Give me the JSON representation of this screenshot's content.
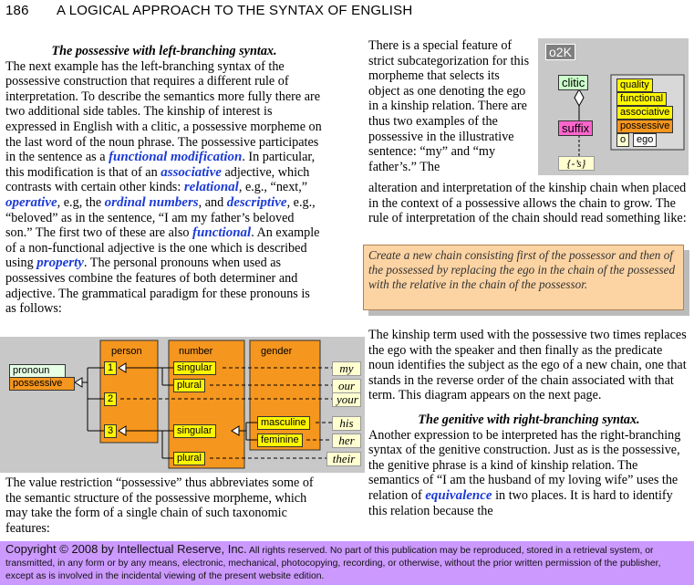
{
  "header": {
    "page": "186",
    "title": "A LOGICAL APPROACH TO THE SYNTAX OF ENGLISH"
  },
  "left": {
    "heading": "The possessive with left-branching syntax.",
    "p1a": "The next example has the left-branching syntax of the possessive construction that requires a different rule of interpretation.  To describe the semantics more fully there are two additional side tables.  The kinship of interest is expressed in English with a clitic, a possessive morpheme on the last word of the noun phrase.  The possessive participates in the sentence as a ",
    "kw_functional_mod": "functional modification",
    "p1b": ".  In particular, this modification is that of an ",
    "kw_associative": "associative",
    "p1c": " adjective, which contrasts with certain other kinds: ",
    "kw_relational": "relational",
    "eg1": ", e.g., “next,” ",
    "kw_operative": "operative",
    "eg2": ", e.g, the ",
    "kw_ordinal": "ordinal numbers",
    "p1d": ", and ",
    "kw_descriptive": "descriptive",
    "eg3": ", e.g., “beloved” as in the sentence, “I am my father’s beloved son.”  The first two of these are also ",
    "kw_functional": "functional",
    "p1e": ".  An example of a non-functional adjective is the one which is described using ",
    "kw_property": "property",
    "p1f": ".  The personal pronouns when used as possessives combine the features of both determiner and adjective.  The grammatical paradigm for these pronouns is as follows:",
    "bottom": "The value restriction “possessive” thus abbreviates some of the semantic structure of the possessive morpheme, which may take the form of a single chain of such taxonomic features:"
  },
  "paradigm": {
    "col_person": "person",
    "col_number": "number",
    "col_gender": "gender",
    "pronoun": "pronoun",
    "possessive": "possessive",
    "p1": "1",
    "p2": "2",
    "p3": "3",
    "singular": "singular",
    "plural": "plural",
    "masculine": "masculine",
    "feminine": "feminine",
    "words": [
      "my",
      "our",
      "your",
      "his",
      "her",
      "their"
    ]
  },
  "o2k": {
    "title": "o2K",
    "clitic": "clitic",
    "suffix": "suffix",
    "s": "{-’s}",
    "tags": [
      "quality",
      "functional",
      "associative",
      "possessive"
    ],
    "o": "o",
    "ego": "ego"
  },
  "right": {
    "top": "There is a special feature of strict subcategorization for this morpheme that selects its object as one denoting the ego in a kinship relation.  There are thus two examples of the possessive in the illustrative sentence: “my” and “my father’s.”  The",
    "mid": "alteration and interpretation of the kinship chain when placed in the context of a possessive allows the chain to grow.  The rule of interpretation of the chain should read something like:",
    "callout": "Create a new chain consisting first of the possessor and then of the possessed by replacing the ego in the chain of the possessed with the relative in the chain of the possessor.",
    "low": "The kinship term used with the possessive two times replaces the ego with the speaker and then finally as the predicate noun identifies the subject as the ego of a new chain, one that stands in the reverse order of the chain associated with that term.  This diagram appears on the next page.",
    "heading2": "The genitive with right-branching syntax.",
    "low2a": "Another expression to be interpreted has the right-branching syntax of the genitive construction.  Just as is the possessive, the genitive phrase is a kind of kinship relation.  The semantics of “I am the husband of my loving wife” uses the relation of ",
    "kw_equivalence": "equivalence",
    "low2b": " in two places.  It is hard to identify this relation because the"
  },
  "footer": {
    "copyright": "Copyright © 2008 by Intellectual Reserve, Inc.",
    "rights": "  All rights reserved.  No part of this publication may be reproduced, stored in a retrieval system, or transmitted, in any form or by any means, electronic, mechanical, photocopying, recording, or otherwise, without the prior written permission of the publisher, except as is involved in the incidental viewing of the present website edition."
  }
}
